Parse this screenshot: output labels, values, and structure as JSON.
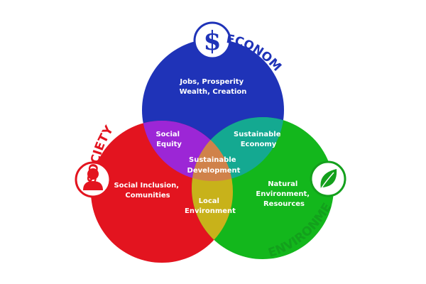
{
  "pillars": {
    "economy": {
      "title": "ECONOMY",
      "region_lines": [
        "Jobs, Prosperity",
        "Wealth, Creation"
      ],
      "color": "#1f33b8",
      "icon": "dollar-icon"
    },
    "society": {
      "title": "SOCIETY",
      "region_lines": [
        "Social Inclusion,",
        "Comunities"
      ],
      "color": "#e3141f",
      "icon": "person-icon"
    },
    "environmental": {
      "title": "ENVIRONMENTAL",
      "region_lines": [
        "Natural",
        "Environment,",
        "Resources"
      ],
      "color": "#13b71c",
      "icon": "leaf-icon"
    }
  },
  "overlaps": {
    "social_equity": {
      "lines": [
        "Social",
        "Equity"
      ],
      "color": "#9c26d6"
    },
    "sustainable_economy": {
      "lines": [
        "Sustainable",
        "Economy"
      ],
      "color": "#14a991"
    },
    "local_environment": {
      "lines": [
        "Local",
        "Environment"
      ],
      "color": "#c8b21a"
    },
    "sustainable_development": {
      "lines": [
        "Sustainable",
        "Development"
      ],
      "color": "#d0824a"
    }
  },
  "title_colors": {
    "economy": "#1f33b8",
    "society": "#e3141f",
    "environmental": "#13a01c"
  },
  "dollar_symbol": "$"
}
